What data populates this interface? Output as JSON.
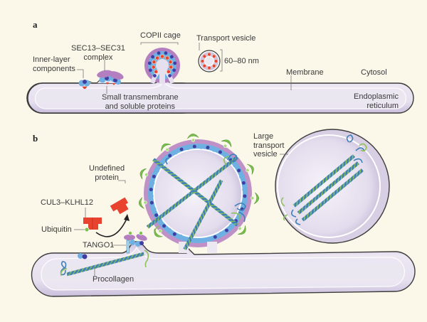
{
  "figure": {
    "panels": [
      {
        "id": "a",
        "label": "a",
        "labels": {
          "inner_layer": [
            "Inner-layer",
            "components"
          ],
          "sec_complex": [
            "SEC13–SEC31",
            "complex"
          ],
          "copii_cage": "COPII cage",
          "transport_vesicle": "Transport vesicle",
          "size": "60–80 nm",
          "membrane": "Membrane",
          "cytosol": "Cytosol",
          "er": [
            "Endoplasmic",
            "reticulum"
          ],
          "small_proteins": [
            "Small transmembrane",
            "and soluble proteins"
          ]
        }
      },
      {
        "id": "b",
        "label": "b",
        "labels": {
          "undefined_protein": [
            "Undefined",
            "protein"
          ],
          "cul3": "CUL3–KLHL12",
          "ubiquitin": "Ubiquitin",
          "tango1": "TANGO1",
          "procollagen": "Procollagen",
          "large_vesicle": [
            "Large",
            "transport",
            "vesicle"
          ]
        }
      }
    ],
    "colors": {
      "background": "#fbf7e9",
      "er_fill": "#e6e0ee",
      "er_wall": "#b7a8cc",
      "outline": "#3b3b3b",
      "sec_purple": "#b47fc0",
      "coat_light_blue": "#6fb0e3",
      "coat_dark_blue": "#3f3fa3",
      "cargo_red": "#e8432f",
      "cul3_red": "#e8432f",
      "ubiquitin_green": "#7ec34a",
      "undefined_green": "#79c14b",
      "procollagen_blue": "#3d7fb8",
      "procollagen_green": "#8fc25a",
      "tango1": "#a9d8ef"
    }
  }
}
